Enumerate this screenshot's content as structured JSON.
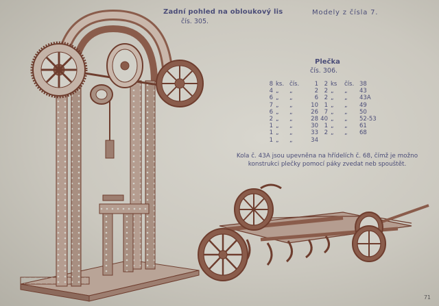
{
  "heading_left": {
    "title": "Zadní pohled na obloukový lis",
    "subtitle": "čís. 305."
  },
  "series_label": "Modely z čísla 7.",
  "heading_right": {
    "title": "Plečka",
    "subtitle": "čís. 306."
  },
  "parts_left": [
    {
      "qty": "8",
      "unit": "ks.",
      "cis": "čís.",
      "num": "1"
    },
    {
      "qty": "4",
      "unit": "„",
      "cis": "„",
      "num": "2"
    },
    {
      "qty": "6",
      "unit": "„",
      "cis": "„",
      "num": "6"
    },
    {
      "qty": "7",
      "unit": "„",
      "cis": "„",
      "num": "10"
    },
    {
      "qty": "6",
      "unit": "„",
      "cis": "„",
      "num": "26"
    },
    {
      "qty": "2",
      "unit": "„",
      "cis": "„",
      "num": "28"
    },
    {
      "qty": "1",
      "unit": "„",
      "cis": "„",
      "num": "30"
    },
    {
      "qty": "1",
      "unit": "„",
      "cis": "„",
      "num": "33"
    },
    {
      "qty": "1",
      "unit": "„",
      "cis": "„",
      "num": "34"
    }
  ],
  "parts_right": [
    {
      "qty": "2",
      "unit": "ks",
      "cis": "čís.",
      "num": "38"
    },
    {
      "qty": "2",
      "unit": "„",
      "cis": "„",
      "num": "43"
    },
    {
      "qty": "2",
      "unit": "„",
      "cis": "„",
      "num": "43A"
    },
    {
      "qty": "1",
      "unit": "„",
      "cis": "„",
      "num": "49"
    },
    {
      "qty": "7",
      "unit": "„",
      "cis": "„",
      "num": "50"
    },
    {
      "qty": "40",
      "unit": "„",
      "cis": "„",
      "num": "52-53"
    },
    {
      "qty": "1",
      "unit": "„",
      "cis": "„",
      "num": "61"
    },
    {
      "qty": "2",
      "unit": "„",
      "cis": "„",
      "num": "68"
    }
  ],
  "note": {
    "line1": "Kola č. 43A jsou upevněna na hřídelích č. 68, čímž je možno",
    "line2": "konstrukci plečky pomocí páky zvedat neb spouštět."
  },
  "page_number": "71",
  "colors": {
    "ink_text": "#4b4d78",
    "ink_drawing": "#6e3d2e",
    "paper": "#d2d0c8"
  }
}
